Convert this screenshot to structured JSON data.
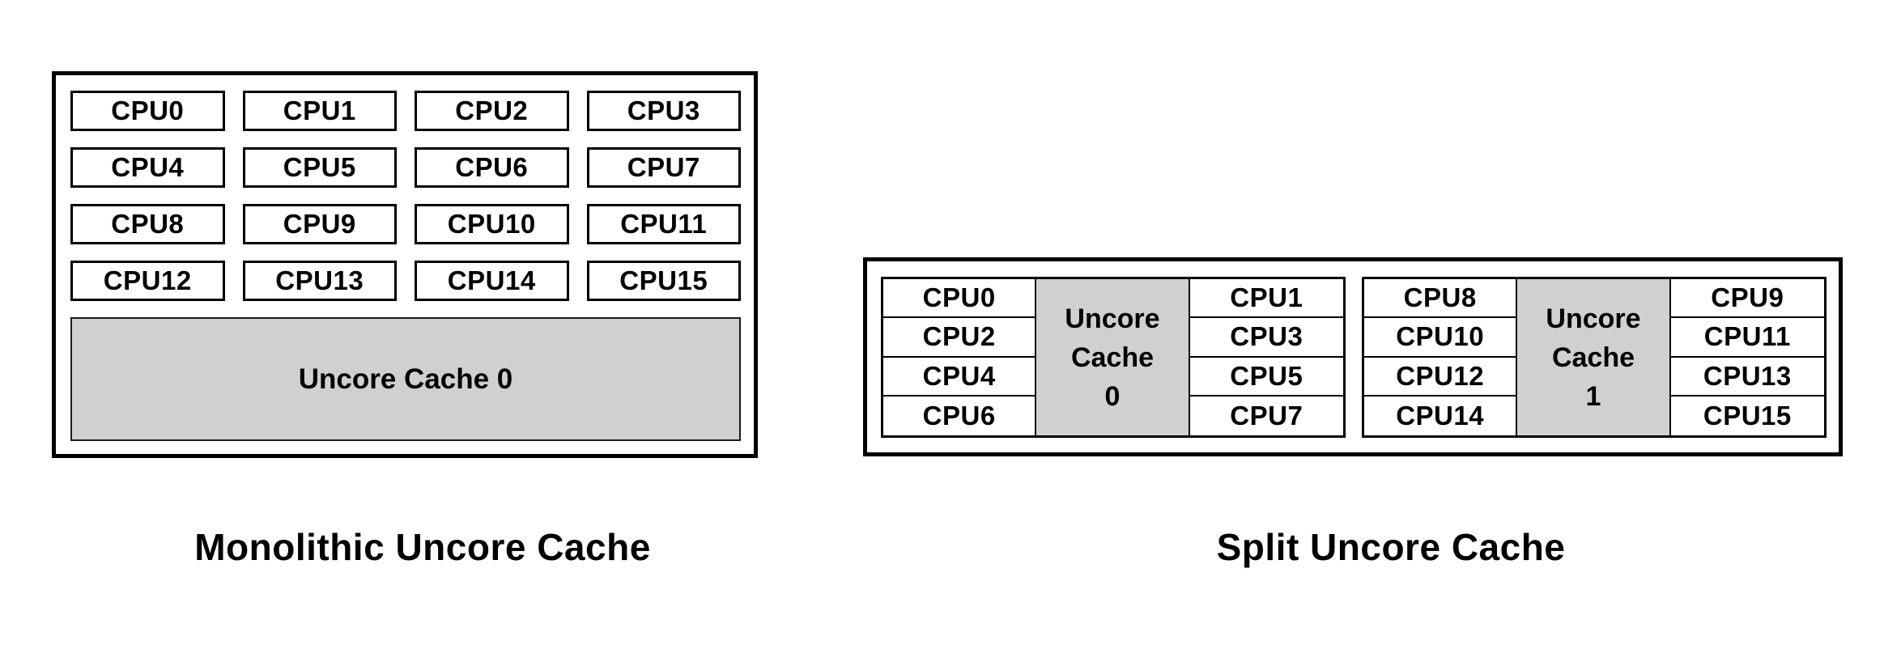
{
  "colors": {
    "cache_fill": "#d0d0d0",
    "border": "#000000",
    "text": "#000000",
    "background": "#ffffff"
  },
  "monolithic": {
    "caption": "Monolithic Uncore Cache",
    "cpus": [
      "CPU0",
      "CPU1",
      "CPU2",
      "CPU3",
      "CPU4",
      "CPU5",
      "CPU6",
      "CPU7",
      "CPU8",
      "CPU9",
      "CPU10",
      "CPU11",
      "CPU12",
      "CPU13",
      "CPU14",
      "CPU15"
    ],
    "cache_label": "Uncore Cache 0"
  },
  "split": {
    "caption": "Split Uncore Cache",
    "groups": [
      {
        "left_cpus": [
          "CPU0",
          "CPU2",
          "CPU4",
          "CPU6"
        ],
        "cache_lines": [
          "Uncore",
          "Cache",
          "0"
        ],
        "right_cpus": [
          "CPU1",
          "CPU3",
          "CPU5",
          "CPU7"
        ]
      },
      {
        "left_cpus": [
          "CPU8",
          "CPU10",
          "CPU12",
          "CPU14"
        ],
        "cache_lines": [
          "Uncore",
          "Cache",
          "1"
        ],
        "right_cpus": [
          "CPU9",
          "CPU11",
          "CPU13",
          "CPU15"
        ]
      }
    ]
  }
}
